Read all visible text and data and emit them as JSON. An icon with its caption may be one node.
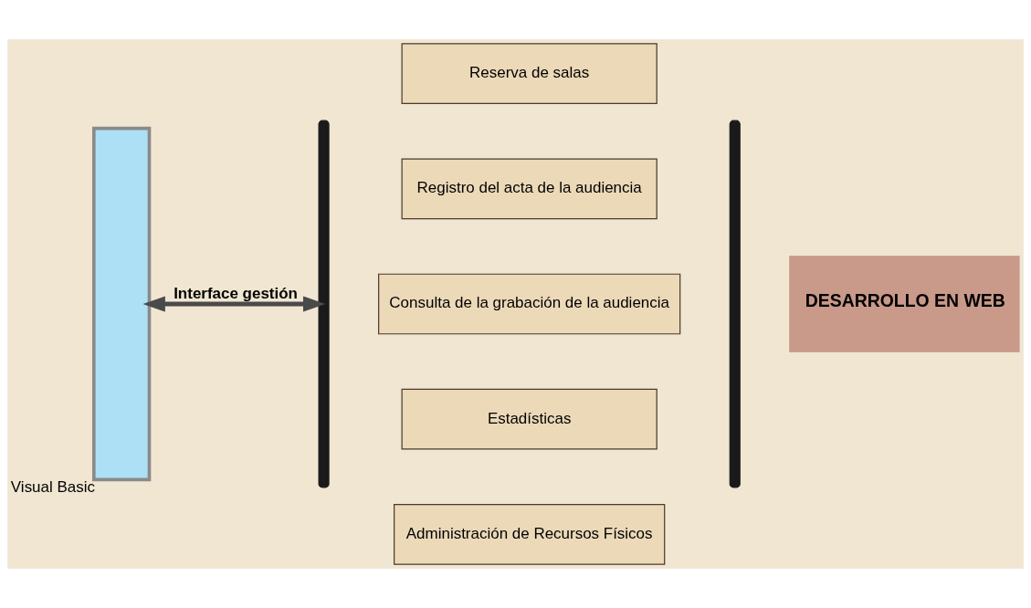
{
  "diagram": {
    "nodes": [
      {
        "text": [],
        "shape": "bar",
        "beside": [
          "Visual Basic"
        ]
      },
      {
        "text": [],
        "shape": "bracket"
      },
      {
        "text": [
          "Reserva de salas"
        ]
      },
      {
        "text": [
          "Registro del acta de la audiencia"
        ]
      },
      {
        "text": [
          "Consulta de la grabación de la audiencia"
        ]
      },
      {
        "text": [
          "Estadísticas"
        ]
      },
      {
        "text": [
          "Administración de Recursos Físicos"
        ]
      },
      {
        "text": [],
        "shape": "bracket"
      },
      {
        "text": [
          "DESARROLLO EN WEB"
        ]
      }
    ],
    "edges": [
      {
        "from": 0,
        "to": 1,
        "arrow": "both",
        "label": "Interface gestión"
      }
    ]
  }
}
